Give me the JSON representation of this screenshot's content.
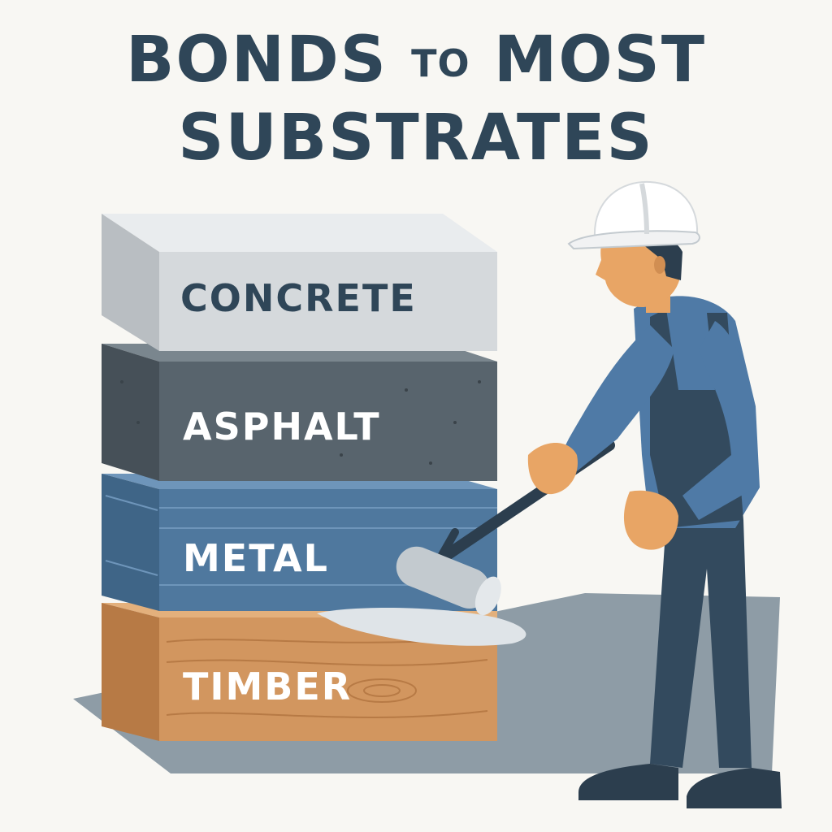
{
  "headline": {
    "word1": "BONDS",
    "word2": "TO",
    "word3": "MOST",
    "line2": "SUBSTRATES"
  },
  "substrates": [
    {
      "label": "CONCRETE",
      "color": "#d5d9dc",
      "text_color": "#2f4658"
    },
    {
      "label": "ASPHALT",
      "color": "#58646d",
      "text_color": "#ffffff"
    },
    {
      "label": "METAL",
      "color": "#4f789e",
      "text_color": "#ffffff"
    },
    {
      "label": "TIMBER",
      "color": "#d2965f",
      "text_color": "#ffffff"
    }
  ],
  "icons": [
    "worker-figure",
    "hard-hat-icon",
    "paint-roller-icon"
  ],
  "colors": {
    "background": "#f8f7f3",
    "headline": "#2f4658",
    "floor": "#8e9ca6",
    "overalls": "#334a5e",
    "shirt": "#4f7aa6",
    "skin": "#e8a565"
  }
}
